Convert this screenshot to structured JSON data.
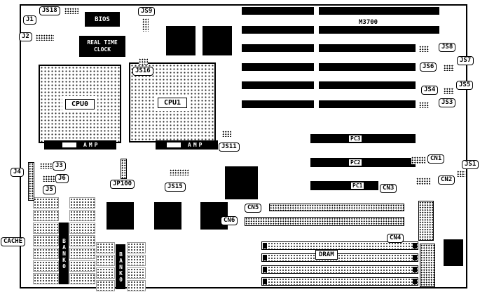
{
  "model_text": "M3700",
  "chips": {
    "bios": "BIOS",
    "rtc": "REAL TIME CLOCK"
  },
  "cpu": {
    "cpu0": "CPU0",
    "cpu1": "CPU1",
    "amp": "AMP"
  },
  "slots": {
    "pc1": "PC1",
    "pc2": "PC2",
    "pc3": "PC3"
  },
  "memory": {
    "dram": "DRAM",
    "bank0": "BANK0"
  },
  "callouts": {
    "j1": "J1",
    "j2": "J2",
    "j3": "J3",
    "j4": "J4",
    "j5": "J5",
    "j6": "J6",
    "js18": "JS18",
    "js9": "JS9",
    "js16": "JS16",
    "js11": "JS11",
    "jp100": "JP100",
    "js15": "JS15",
    "js8": "JS8",
    "js7": "JS7",
    "js6": "JS6",
    "js5": "JS5",
    "js4": "JS4",
    "js3": "JS3",
    "js1": "JS1",
    "cn1": "CN1",
    "cn2": "CN2",
    "cn3": "CN3",
    "cn4": "CN4",
    "cn5": "CN5",
    "cn6": "CN6",
    "cache": "CACHE"
  }
}
